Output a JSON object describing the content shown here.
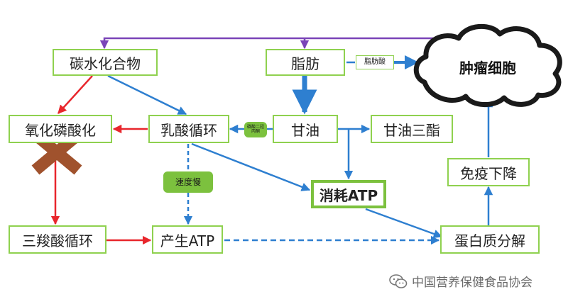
{
  "nodes": {
    "carbohydrate": "碳水化合物",
    "fat": "脂肪",
    "oxidative_phosphorylation": "氧化磷酸化",
    "lactic_acid_cycle": "乳酸循环",
    "glycerol": "甘油",
    "triglyceride": "甘油三酯",
    "consume_atp": "消耗ATP",
    "tca_cycle": "三羧酸循环",
    "produce_atp": "产生ATP",
    "protein_breakdown": "蛋白质分解",
    "immune_decline": "免疫下降",
    "tumor_cell": "肿瘤细胞"
  },
  "tags": {
    "fatty_acid": "脂肪酸",
    "slow": "速度慢",
    "small_tag": "磷酸二羟丙酮"
  },
  "watermark": "中国营养保健食品协会",
  "icons": [
    "cross-mark-icon",
    "cloud-icon",
    "wechat-icon"
  ],
  "colors": {
    "box_border": "#8fd14f",
    "tag_fill": "#7cc13e",
    "blue_arrow": "#2e7fd0",
    "red_arrow": "#e8262c",
    "purple_arrow": "#7a44b8",
    "cross": "#a0522d"
  }
}
